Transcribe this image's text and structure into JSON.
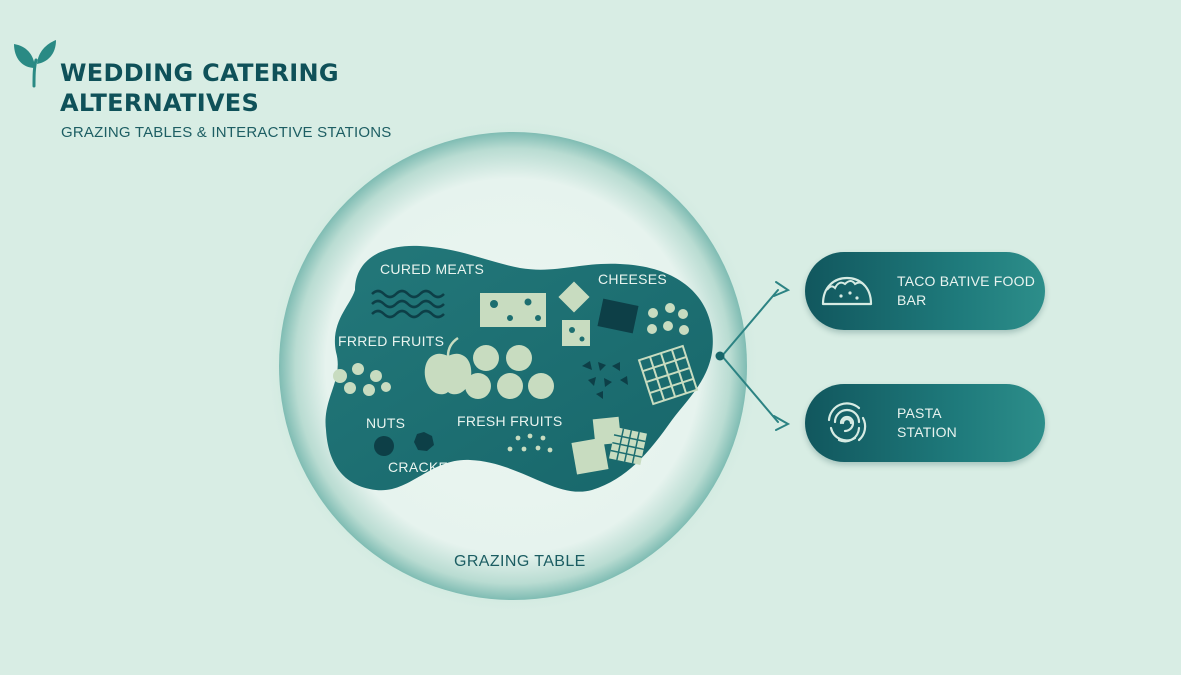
{
  "header": {
    "title": "WEDDING CATERING ALTERNATIVES",
    "subtitle": "GRAZING TABLES & INTERACTIVE STATIONS"
  },
  "grazing_table": {
    "label": "GRAZING TABLE",
    "items": {
      "cured_meats": "CURED MEATS",
      "cheeses": "CHEESES",
      "dried_fruits": "FRRED FRUITS",
      "nuts": "NUTS",
      "fresh_fruits": "FRESH FRUITS",
      "crackers": "CRACKERS"
    }
  },
  "stations": [
    {
      "label_line1": "TACO BATIVE FOOD",
      "label_line2": "BAR",
      "icon": "taco-icon"
    },
    {
      "label_line1": "PASTA",
      "label_line2": "STATION",
      "icon": "pasta-icon"
    }
  ],
  "colors": {
    "background": "#d8ede4",
    "accent_dark": "#0f5159",
    "board": "#1d6e70",
    "food_shapes": "#c8dcc0"
  }
}
